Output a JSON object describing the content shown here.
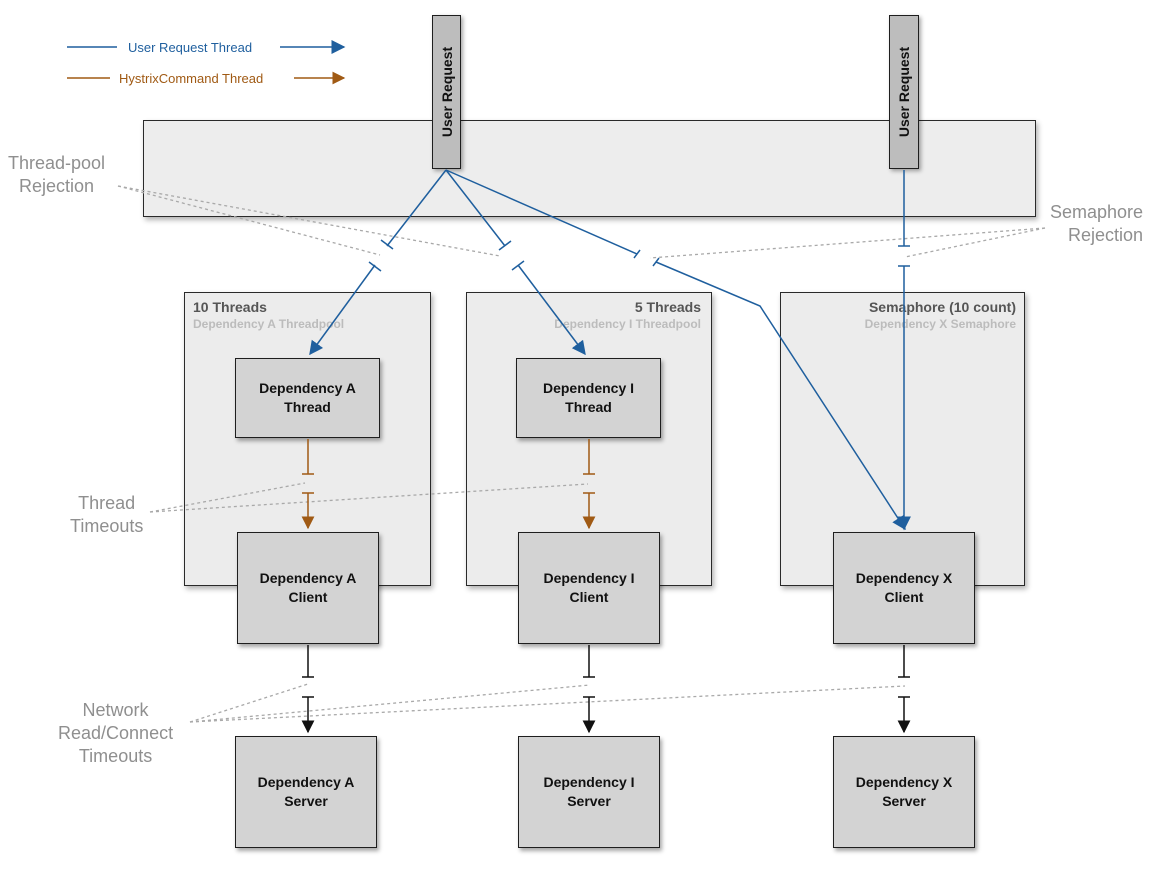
{
  "legend": {
    "user_thread": "User Request Thread",
    "hystrix_thread": "HystrixCommand Thread"
  },
  "user_request_label": "User Request",
  "pools": {
    "a": {
      "title": "10 Threads",
      "subtitle": "Dependency A Threadpool"
    },
    "i": {
      "title": "5 Threads",
      "subtitle": "Dependency I Threadpool"
    },
    "x": {
      "title": "Semaphore (10 count)",
      "subtitle": "Dependency X Semaphore"
    }
  },
  "nodes": {
    "a_thread": "Dependency A\nThread",
    "i_thread": "Dependency I\nThread",
    "a_client": "Dependency A\nClient",
    "i_client": "Dependency I\nClient",
    "x_client": "Dependency X\nClient",
    "a_server": "Dependency A\nServer",
    "i_server": "Dependency I\nServer",
    "x_server": "Dependency X\nServer"
  },
  "callouts": {
    "threadpool_rejection": "Thread-pool\nRejection",
    "semaphore_rejection": "Semaphore\nRejection",
    "thread_timeouts": "Thread\nTimeouts",
    "network_timeouts": "Network\nRead/Connect\nTimeouts"
  },
  "colors": {
    "user_thread": "#1f5f9e",
    "hystrix_thread": "#a05a14",
    "network": "#111111",
    "dotted": "#a9a9a9",
    "callout_text": "#8f8f8f"
  }
}
